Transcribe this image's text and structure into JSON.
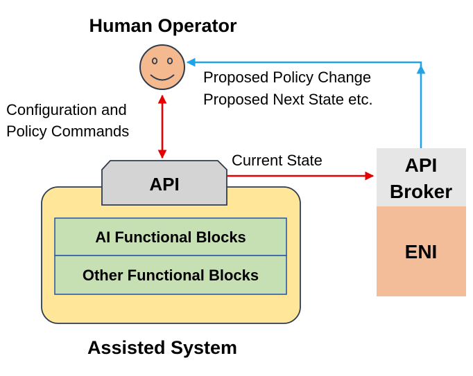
{
  "labels": {
    "human_operator": "Human Operator",
    "config_line1": "Configuration and",
    "config_line2": "Policy Commands",
    "proposed_line1": "Proposed Policy Change",
    "proposed_line2": "Proposed Next State etc.",
    "current_state": "Current State",
    "api": "API",
    "api_broker_line1": "API",
    "api_broker_line2": "Broker",
    "eni": "ENI",
    "ai_blocks": "AI Functional Blocks",
    "other_blocks": "Other Functional Blocks",
    "assisted_system": "Assisted System"
  },
  "icons": {
    "operator": "smiley-face-icon"
  },
  "colors": {
    "assisted_system_fill": "#ffe699",
    "assisted_system_stroke": "#2f3b4c",
    "api_box_fill": "#d4d4d4",
    "functional_block_fill": "#c6e0b4",
    "functional_block_stroke": "#2e5aa5",
    "api_broker_fill": "#e6e6e6",
    "eni_fill": "#f4bd99",
    "face_fill": "#f4b98e",
    "red_arrow": "#e60000",
    "blue_arrow": "#21a3e8"
  }
}
